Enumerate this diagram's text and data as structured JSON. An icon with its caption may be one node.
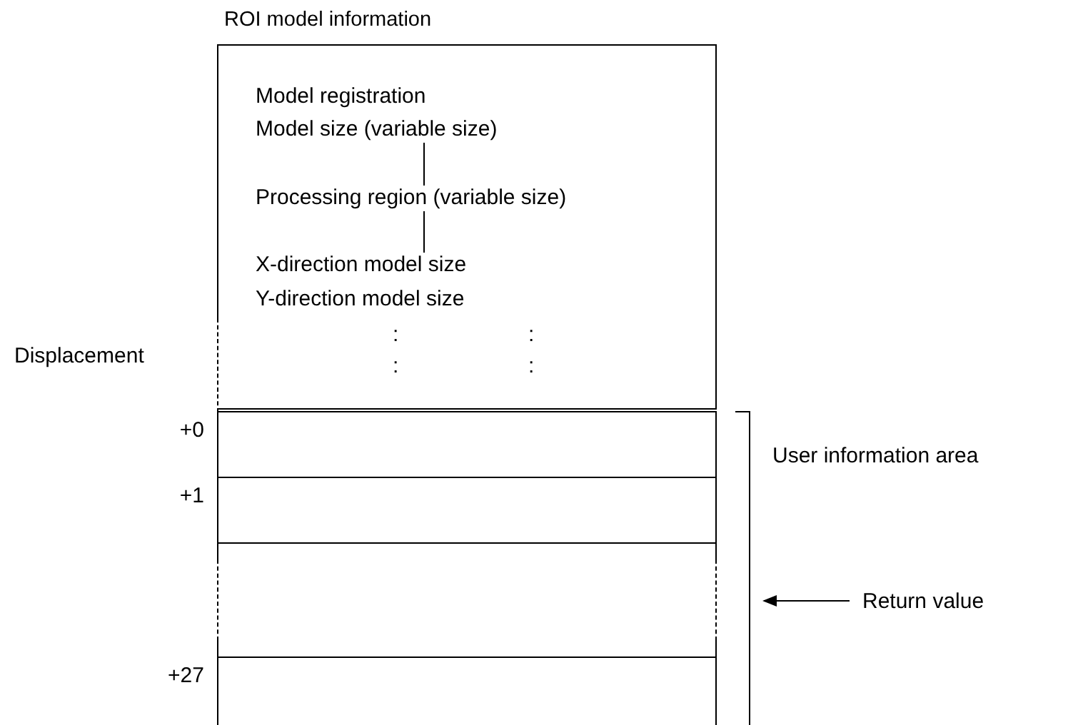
{
  "diagram": {
    "nodes": [
      {
        "text": [
          "ROI model information"
        ]
      },
      {
        "text": [
          "Model registration"
        ],
        "in": 0
      },
      {
        "text": [
          "Model size (variable size)"
        ],
        "in": 0
      },
      {
        "text": [
          "Processing region (variable size)"
        ],
        "in": 0
      },
      {
        "text": [
          "X-direction model size"
        ],
        "in": 0
      },
      {
        "text": [
          "Y-direction model size"
        ],
        "in": 0
      },
      {
        "text": [],
        "shape": "box",
        "beside": [
          "+0"
        ]
      },
      {
        "text": [],
        "shape": "box",
        "beside": [
          "+1"
        ]
      },
      {
        "text": [],
        "shape": "box"
      },
      {
        "text": [],
        "shape": "box",
        "beside": [
          "+27"
        ]
      },
      {
        "text": [
          "Return value"
        ]
      }
    ],
    "edges": [
      {
        "from": 2,
        "to": 3,
        "arrow": "none"
      },
      {
        "from": 3,
        "to": 4,
        "arrow": "none"
      },
      {
        "from": 10,
        "to": null,
        "arrow": "to"
      }
    ],
    "labels": [
      ":",
      ":",
      ":",
      ":",
      "Displacement",
      "User information area"
    ]
  }
}
